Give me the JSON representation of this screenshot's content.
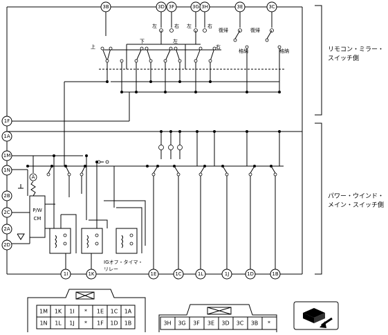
{
  "left_terminals": [
    "1F",
    "1A",
    "1M",
    "1N",
    "2B",
    "2C",
    "2A",
    "2D"
  ],
  "top_terminals": [
    "3B",
    "3D",
    "3F",
    "3G",
    "3H",
    "3E",
    "3C"
  ],
  "bottom_terminals": [
    "1I",
    "1K",
    "1E",
    "1C",
    "1L",
    "1J",
    "1D",
    "1B"
  ],
  "switch_labels": {
    "left": "左",
    "right": "右",
    "up": "上",
    "down": "下",
    "restore": "復帰",
    "retract": "格納"
  },
  "module_label": "P/W\nCM",
  "relay_label": "IGオフ・タイマ・\nリレー",
  "side_labels": {
    "top": "リモコン・ミラー・\nスイッチ側",
    "bottom": "パワー・ウインド・\nメイン・スイッチ側"
  },
  "connector_left": {
    "top_row": [
      "1M",
      "1K",
      "1I",
      "*",
      "1E",
      "1C",
      "1A"
    ],
    "bottom_row": [
      "1N",
      "1L",
      "1J",
      "*",
      "1F",
      "1D",
      "1B"
    ]
  },
  "connector_right": {
    "row": [
      "3H",
      "3G",
      "3F",
      "3E",
      "3D",
      "3C",
      "3B",
      "*"
    ]
  }
}
